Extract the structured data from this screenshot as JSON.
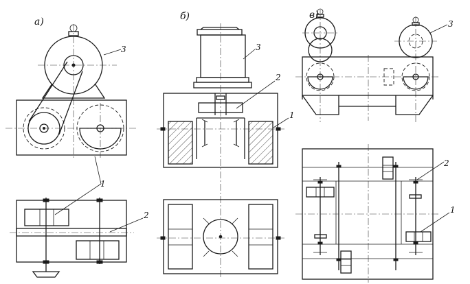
{
  "panels": [
    {
      "id": "a",
      "letter": "а)",
      "callouts": [
        "3",
        "1",
        "2"
      ]
    },
    {
      "id": "b",
      "letter": "б)",
      "callouts": [
        "3",
        "2",
        "1"
      ]
    },
    {
      "id": "c",
      "letter": "в)",
      "callouts": [
        "3",
        "2",
        "1"
      ]
    }
  ]
}
